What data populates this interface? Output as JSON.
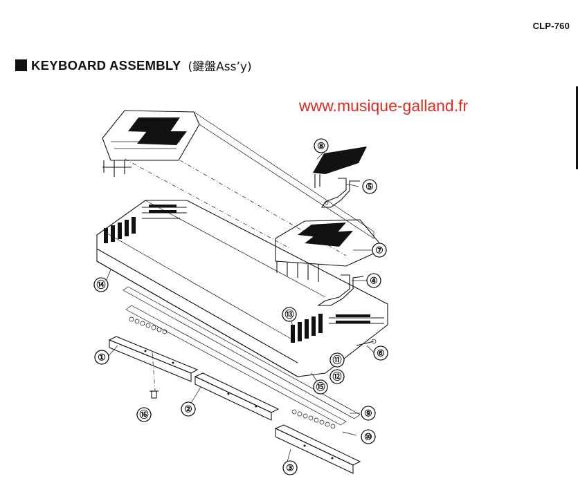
{
  "header": {
    "model": "CLP-760",
    "title": "KEYBOARD ASSEMBLY",
    "title_sub": "(鍵盤Ass’y)"
  },
  "watermark": "www.musique-galland.fr",
  "callouts": [
    {
      "id": "c1",
      "label": "①"
    },
    {
      "id": "c2",
      "label": "②"
    },
    {
      "id": "c3",
      "label": "③"
    },
    {
      "id": "c4",
      "label": "④"
    },
    {
      "id": "c5",
      "label": "⑤"
    },
    {
      "id": "c6",
      "label": "⑥"
    },
    {
      "id": "c7",
      "label": "⑦"
    },
    {
      "id": "c8",
      "label": "⑧"
    },
    {
      "id": "c9",
      "label": "⑨"
    },
    {
      "id": "c10",
      "label": "⑩"
    },
    {
      "id": "c11",
      "label": "⑪"
    },
    {
      "id": "c12",
      "label": "⑫"
    },
    {
      "id": "c13",
      "label": "⑬"
    },
    {
      "id": "c14",
      "label": "⑭"
    },
    {
      "id": "c15",
      "label": "⑮"
    },
    {
      "id": "c16",
      "label": "⑯"
    }
  ],
  "colors": {
    "ink": "#111111",
    "watermark": "#e02a20"
  }
}
